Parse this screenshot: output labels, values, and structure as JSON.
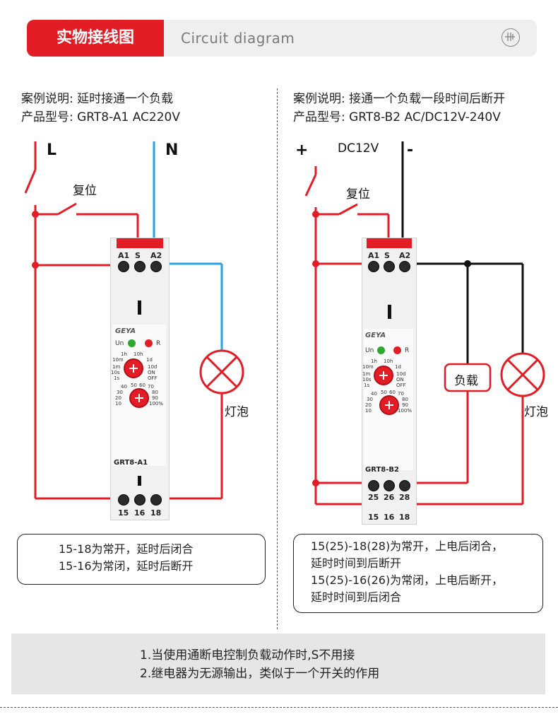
{
  "header": {
    "title_cn": "实物接线图",
    "title_en": "Circuit diagram"
  },
  "left": {
    "desc_line1": "案例说明: 延时接通一个负载",
    "desc_line2": "产品型号: GRT8-A1 AC220V",
    "label_L": "L",
    "label_N": "N",
    "reset_label": "复位",
    "bulb_label": "灯泡",
    "relay": {
      "brand": "GEYA",
      "model": "GRT8-A1",
      "top_terminals": [
        "A1",
        "S",
        "A2"
      ],
      "bottom_terminals": [
        "15",
        "16",
        "18"
      ],
      "led_un": "Un",
      "led_r": "R"
    },
    "note_line1": "15-18为常开，延时后闭合",
    "note_line2": "15-16为常闭，延时后断开"
  },
  "right": {
    "desc_line1": "案例说明: 接通一个负载一段时间后断开",
    "desc_line2": "产品型号: GRT8-B2 AC/DC12V-240V",
    "label_plus": "+",
    "label_dc": "DC12V",
    "label_minus": "-",
    "reset_label": "复位",
    "load_label": "负载",
    "bulb_label": "灯泡",
    "relay": {
      "brand": "GEYA",
      "model": "GRT8-B2",
      "top_terminals": [
        "A1",
        "S",
        "A2"
      ],
      "mid_terminals": [
        "25",
        "26",
        "28"
      ],
      "bottom_terminals": [
        "15",
        "16",
        "18"
      ],
      "led_un": "Un",
      "led_r": "R"
    },
    "note_line1": "15(25)-18(28)为常开，上电后闭合，",
    "note_line2": "延时时间到后断开",
    "note_line3": "15(25)-16(26)为常闭，上电后断开，",
    "note_line4": "延时时间到后闭合"
  },
  "dial": {
    "time_labels": [
      "1h",
      "10h",
      "10m",
      "1d",
      "1m",
      "10d",
      "10s",
      "ON",
      "1s",
      "OFF"
    ],
    "pct_labels": [
      "40",
      "50",
      "60",
      "70",
      "30",
      "80",
      "20",
      "90",
      "10",
      "100%"
    ]
  },
  "bottom": {
    "line1": "1.当使用通断电控制负载动作时,S不用接",
    "line2": "2.继电器为无源输出，类似于一个开关的作用"
  },
  "colors": {
    "red": "#e21d25",
    "blue": "#2aa3dc",
    "black": "#111111"
  }
}
